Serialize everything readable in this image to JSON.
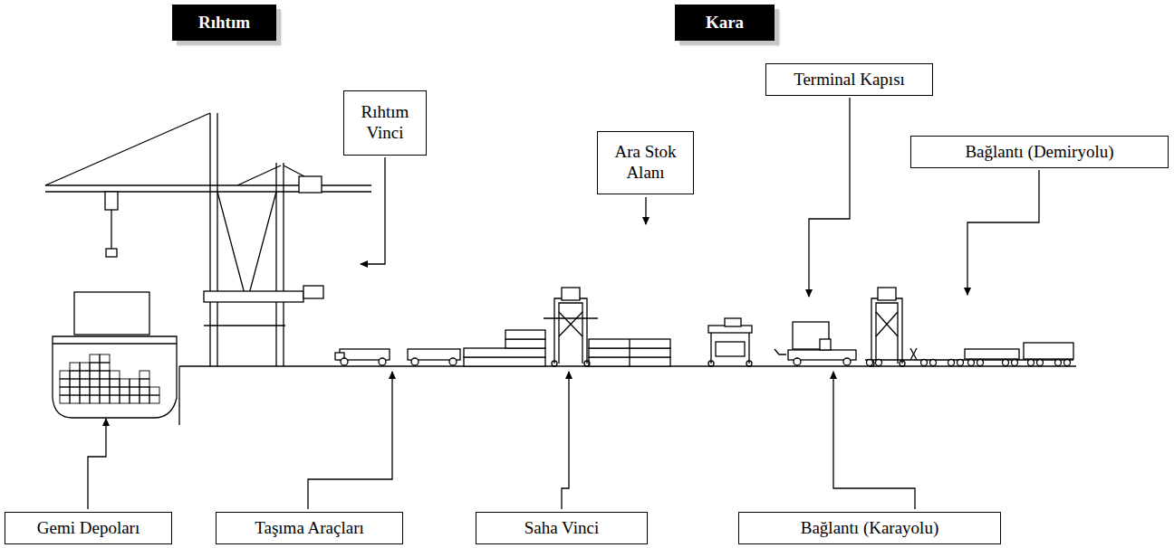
{
  "diagram": {
    "nodes": [
      {
        "text": [
          "Rıhtım"
        ]
      },
      {
        "text": [
          "Kara"
        ]
      },
      {
        "text": [
          "Rıhtım Vinci"
        ]
      },
      {
        "text": [
          "Ara Stok Alanı"
        ]
      },
      {
        "text": [
          "Terminal Kapısı"
        ]
      },
      {
        "text": [
          "Bağlantı (Demiryolu)"
        ]
      },
      {
        "text": [
          "Gemi Depoları"
        ]
      },
      {
        "text": [
          "Taşıma Araçları"
        ]
      },
      {
        "text": [
          "Saha Vinci"
        ]
      },
      {
        "text": [
          "Bağlantı (Karayolu)"
        ]
      }
    ]
  }
}
